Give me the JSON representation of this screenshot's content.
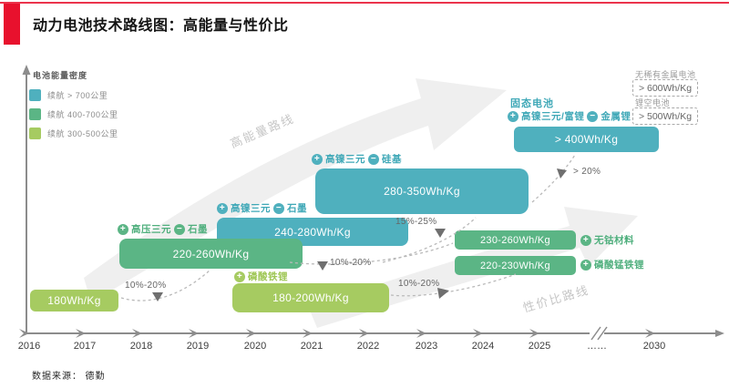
{
  "header": {
    "title": "动力电池技术路线图：高能量与性价比"
  },
  "colors": {
    "brand_red": "#E8112D",
    "teal": "#4FB0BE",
    "green": "#5BB585",
    "lime": "#A6CB61",
    "arrow_gray": "#EFEFEF",
    "axis_gray": "#8C8C8C"
  },
  "icons": {
    "plus": "+",
    "minus": "−"
  },
  "y_axis_label": "电池能量密度",
  "legend": {
    "items": [
      {
        "label": "续航 > 700公里",
        "color": "#4FB0BE"
      },
      {
        "label": "续航 400-700公里",
        "color": "#5BB585"
      },
      {
        "label": "续航 300-500公里",
        "color": "#A6CB61"
      }
    ]
  },
  "routes": {
    "high_energy": "高能量路线",
    "cost_performance": "性价比路线"
  },
  "boxes": {
    "b180": {
      "value": "180Wh/Kg"
    },
    "b220_260": {
      "value": "220-260Wh/Kg",
      "plus": "高压三元",
      "minus": "石墨"
    },
    "b240_280": {
      "value": "240-280Wh/Kg",
      "plus": "高镍三元",
      "minus": "石墨"
    },
    "b280_350": {
      "value": "280-350Wh/Kg",
      "plus": "高镍三元",
      "minus": "硅基"
    },
    "b400": {
      "value": "> 400Wh/Kg",
      "title": "固态电池",
      "plus": "高镍三元/富锂",
      "minus": "金属锂"
    },
    "b230_260": {
      "value": "230-260Wh/Kg",
      "plus": "无钴材料"
    },
    "b220_230": {
      "value": "220-230Wh/Kg",
      "plus": "磷酸锰铁锂"
    },
    "b180_200": {
      "value": "180-200Wh/Kg",
      "plus": "磷酸铁锂"
    }
  },
  "future": {
    "no_rare_metal": {
      "name": "无稀有金属电池",
      "value": "> 600Wh/Kg"
    },
    "li_air": {
      "name": "锂空电池",
      "value": "> 500Wh/Kg"
    }
  },
  "connectors": {
    "c1": {
      "label": "10%-20%"
    },
    "c2": {
      "label": "10%-20%"
    },
    "c3": {
      "label": "15%-25%"
    },
    "c4": {
      "label": "10%-20%"
    },
    "c5": {
      "label": "> 20%"
    }
  },
  "timeline": {
    "years": [
      "2016",
      "2017",
      "2018",
      "2019",
      "2020",
      "2021",
      "2022",
      "2023",
      "2024",
      "2025",
      "……",
      "2030"
    ]
  },
  "footer": {
    "source": "数据来源： 德勤"
  }
}
